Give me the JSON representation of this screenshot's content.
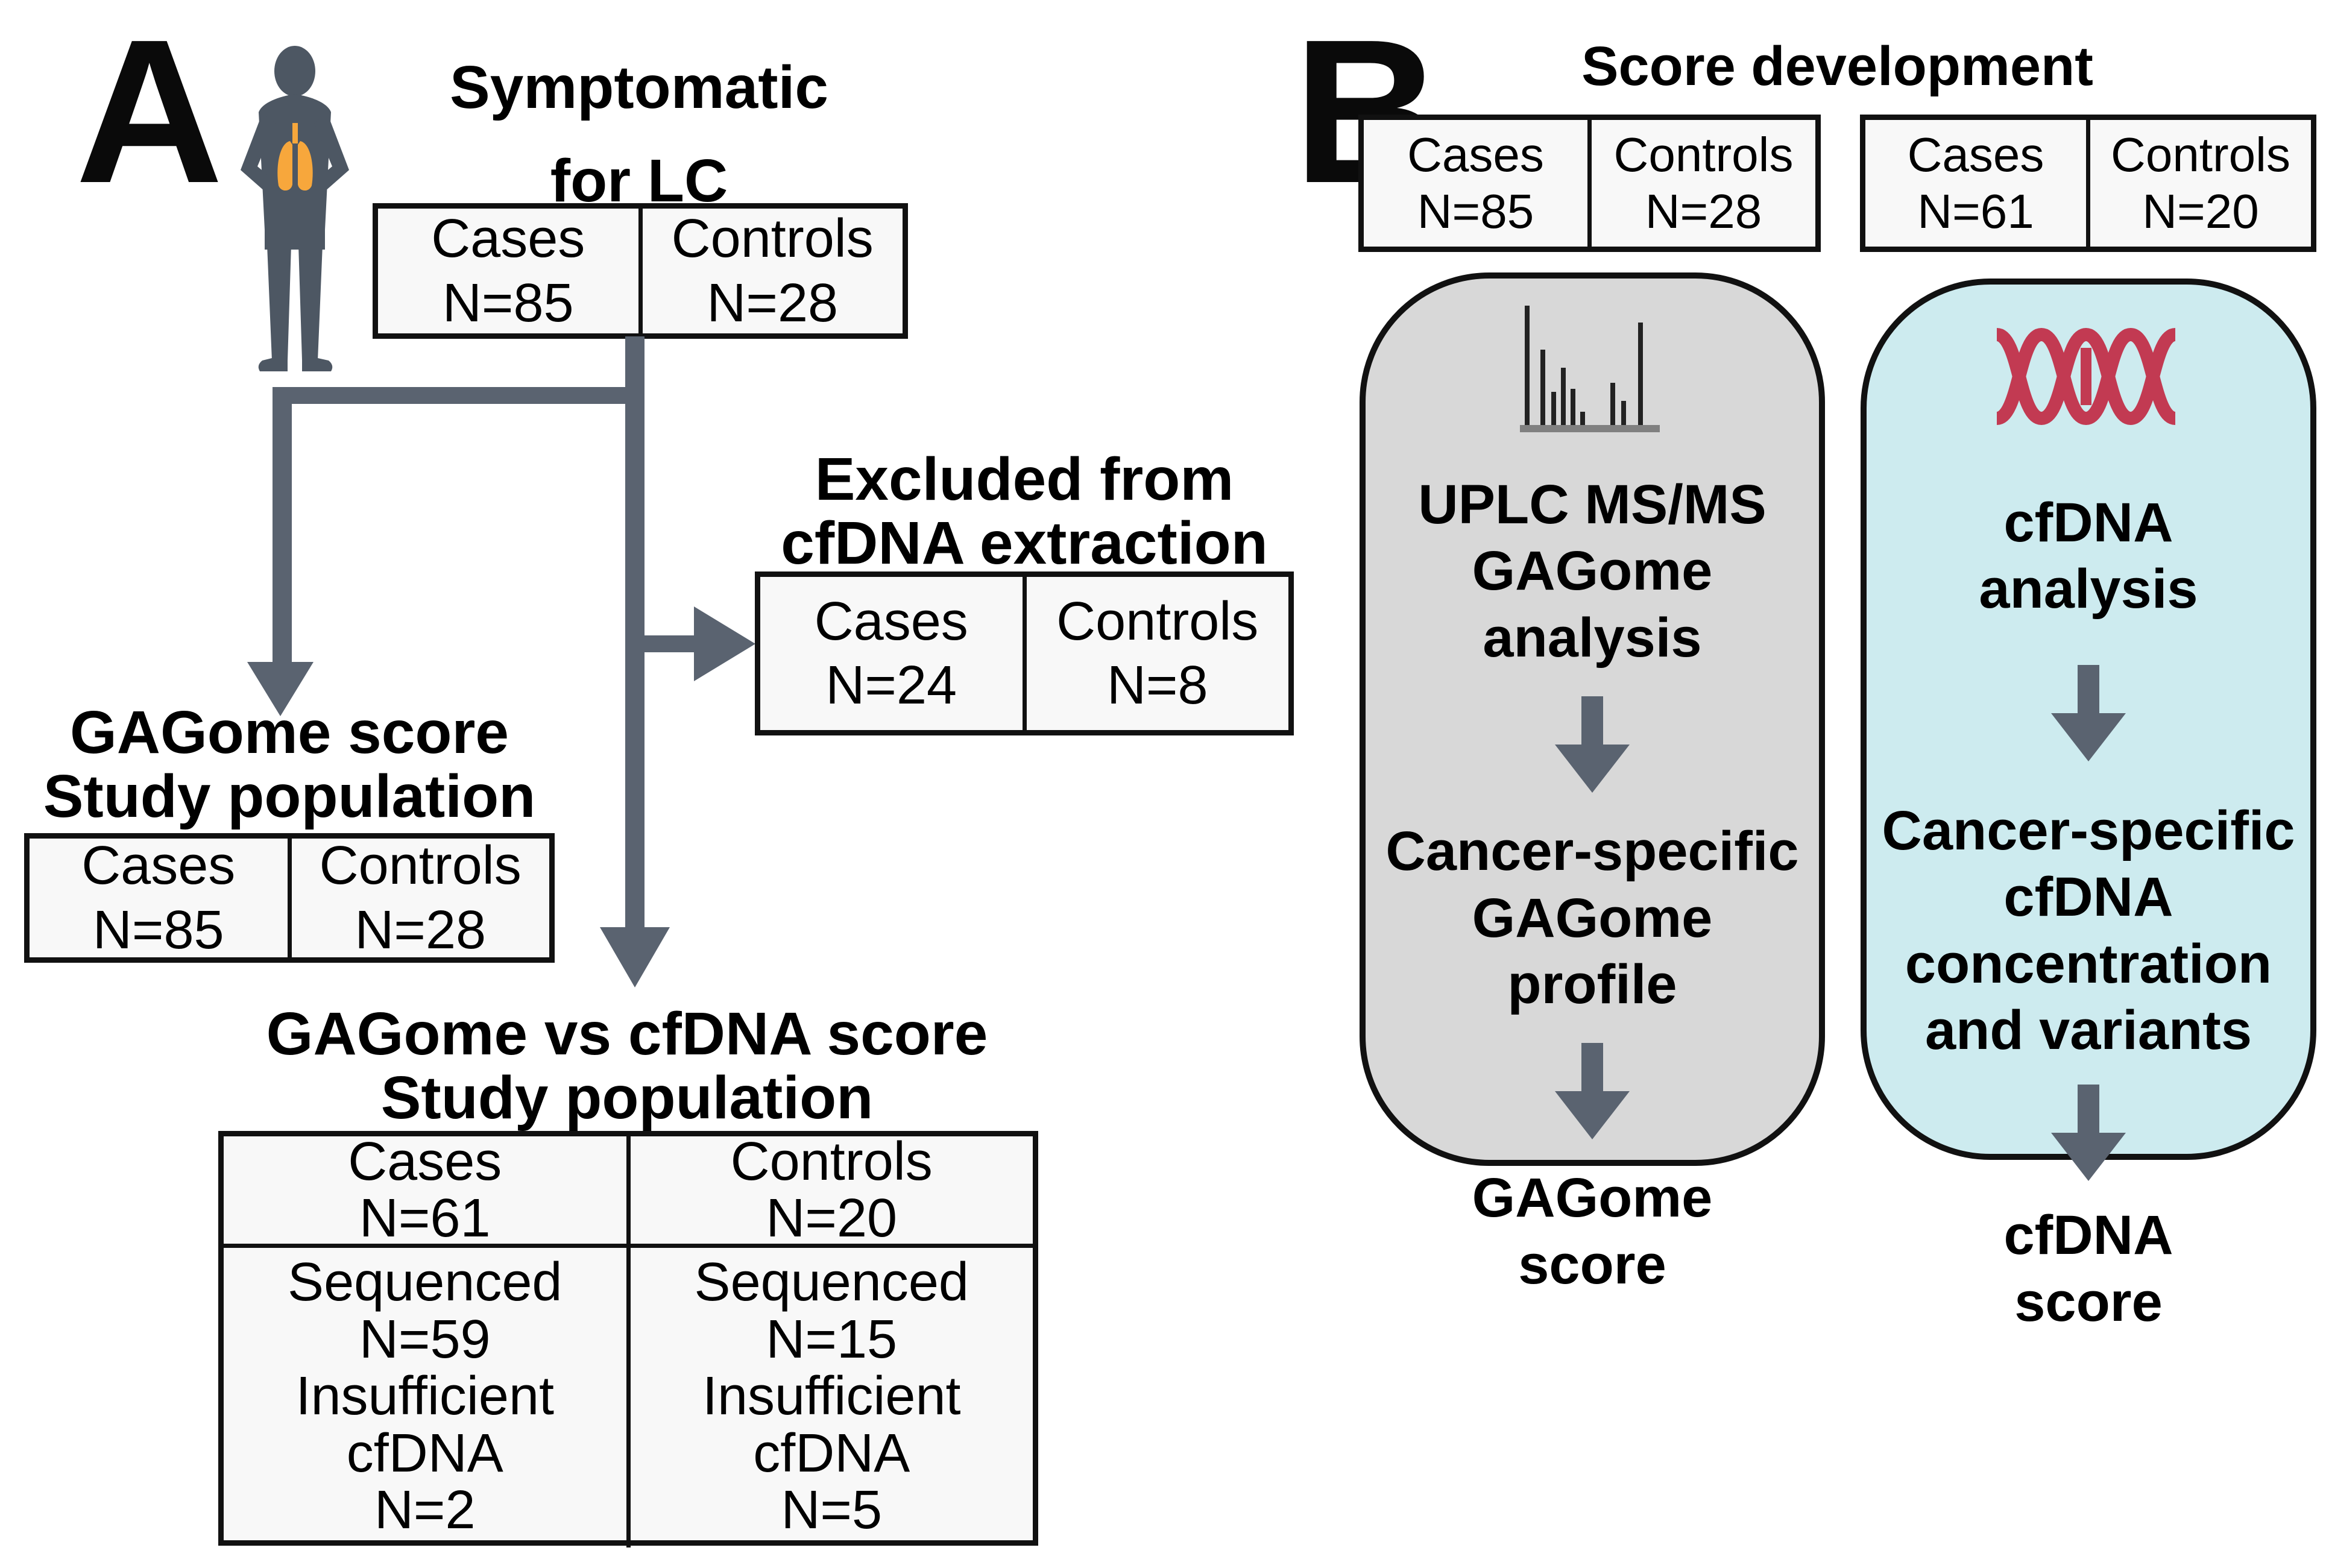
{
  "panel_a": {
    "label": "A",
    "title": [
      "Symptomatic",
      "for LC"
    ],
    "symptomatic_box": [
      [
        "Cases",
        "N=85"
      ],
      [
        "Controls",
        "N=28"
      ]
    ],
    "excluded_title": [
      "Excluded from",
      "cfDNA extraction"
    ],
    "excluded_box": [
      [
        "Cases",
        "N=24"
      ],
      [
        "Controls",
        "N=8"
      ]
    ],
    "gagome_title": [
      "GAGome score",
      "Study population"
    ],
    "gagome_box": [
      [
        "Cases",
        "N=85"
      ],
      [
        "Controls",
        "N=28"
      ]
    ],
    "table_title": [
      "GAGome vs cfDNA score",
      "Study population"
    ],
    "table_row1": [
      [
        "Cases",
        "N=61"
      ],
      [
        "Controls",
        "N=20"
      ]
    ],
    "table_row2": [
      {
        "seq": [
          "Sequenced",
          "N=59"
        ],
        "insuf": [
          "Insufficient",
          "cfDNA",
          "N=2"
        ]
      },
      {
        "seq": [
          "Sequenced",
          "N=15"
        ],
        "insuf": [
          "Insufficient",
          "cfDNA",
          "N=5"
        ]
      }
    ]
  },
  "panel_b": {
    "label": "B",
    "title": "Score development",
    "gagome_header": [
      [
        "Cases",
        "N=85"
      ],
      [
        "Controls",
        "N=28"
      ]
    ],
    "cfdna_header": [
      [
        "Cases",
        "N=61"
      ],
      [
        "Controls",
        "N=20"
      ]
    ],
    "gagome_flow": {
      "step1": [
        "UPLC MS/MS",
        "GAGome",
        "analysis"
      ],
      "step2": [
        "Cancer-specific",
        "GAGome",
        "profile"
      ],
      "step3": [
        "GAGome",
        "score"
      ]
    },
    "cfdna_flow": {
      "step1": [
        "cfDNA",
        "analysis"
      ],
      "step2": [
        "Cancer-specific",
        "cfDNA",
        "concentration",
        "and variants"
      ],
      "step3": [
        "cfDNA",
        "score"
      ]
    }
  },
  "colors": {
    "arrow": "#5a6370",
    "person": "#4d5763",
    "lungs": "#f7a73c",
    "gagome_panel_fill": "#d8d8d8",
    "cfdna_panel_fill": "#cdebef",
    "dna_icon": "#c23a52",
    "box_fill": "#f8f8f8",
    "border": "#111111"
  }
}
